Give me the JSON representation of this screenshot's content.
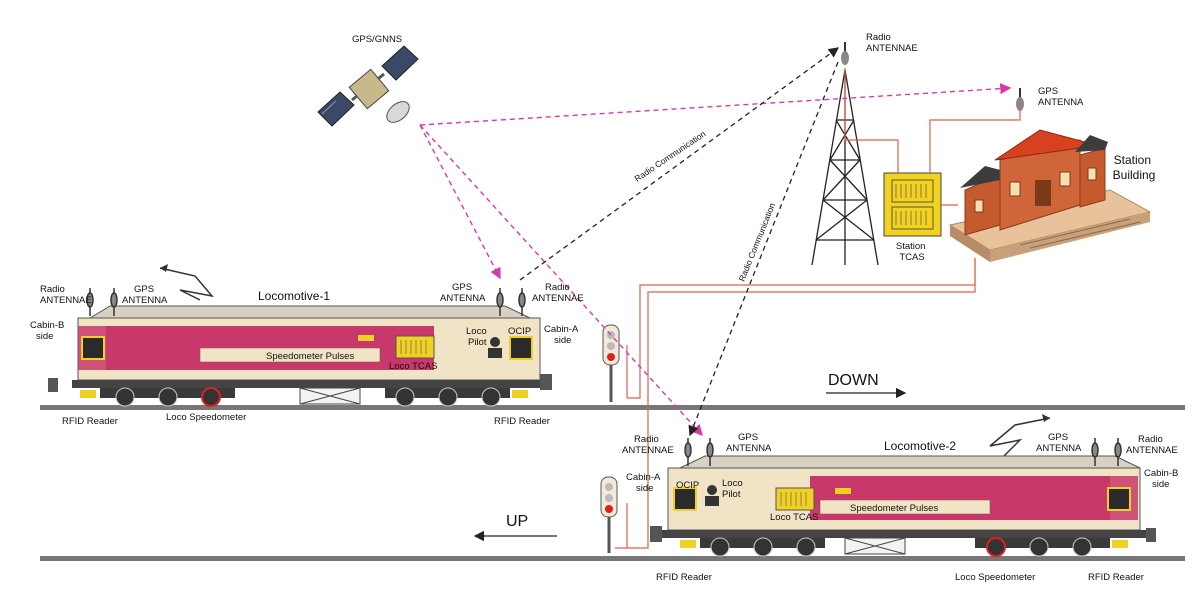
{
  "labels": {
    "satellite": "GPS/GNNS",
    "tower_antenna": [
      "Radio",
      "ANTENNAE"
    ],
    "station_gps": [
      "GPS",
      "ANTENNA"
    ],
    "station_building": [
      "Station",
      "Building"
    ],
    "station_tcas": [
      "Station",
      "TCAS"
    ],
    "radio_comm_1": "Radio Communication",
    "radio_comm_2": "Radio Communication",
    "down": "DOWN",
    "up": "UP"
  },
  "loco1": {
    "title": "Locomotive-1",
    "radio_left": [
      "Radio",
      "ANTENNAE"
    ],
    "gps_left": [
      "GPS",
      "ANTENNA"
    ],
    "gps_right": [
      "GPS",
      "ANTENNA"
    ],
    "radio_right": [
      "Radio",
      "ANTENNAE"
    ],
    "cabin_b": [
      "Cabin-B",
      "side"
    ],
    "cabin_a": [
      "Cabin-A",
      "side"
    ],
    "loco_pilot": [
      "Loco",
      "Pilot"
    ],
    "ocip": "OCIP",
    "loco_tcas": "Loco TCAS",
    "speedometer_pulses": "Speedometer Pulses",
    "rfid_left": "RFID Reader",
    "speedometer": "Loco Speedometer",
    "rfid_right": "RFID Reader"
  },
  "loco2": {
    "title": "Locomotive-2",
    "radio_left": [
      "Radio",
      "ANTENNAE"
    ],
    "gps_left": [
      "GPS",
      "ANTENNA"
    ],
    "gps_right": [
      "GPS",
      "ANTENNA"
    ],
    "radio_right": [
      "Radio",
      "ANTENNAE"
    ],
    "cabin_a": [
      "Cabin-A",
      "side"
    ],
    "cabin_b": [
      "Cabin-B",
      "side"
    ],
    "ocip": "OCIP",
    "loco_pilot": [
      "Loco",
      "Pilot"
    ],
    "loco_tcas": "Loco TCAS",
    "speedometer_pulses": "Speedometer Pulses",
    "rfid_left": "RFID Reader",
    "speedometer": "Loco Speedometer",
    "rfid_right": "RFID Reader"
  },
  "colors": {
    "body_pink": "#c9386a",
    "body_cream": "#f1e4c6",
    "wire": "#d8654f",
    "gps_link": "#d63aa8",
    "radio_link": "#222222",
    "tcas": "#f0d020",
    "brick": "#c0552b",
    "roof": "#d8411f"
  }
}
